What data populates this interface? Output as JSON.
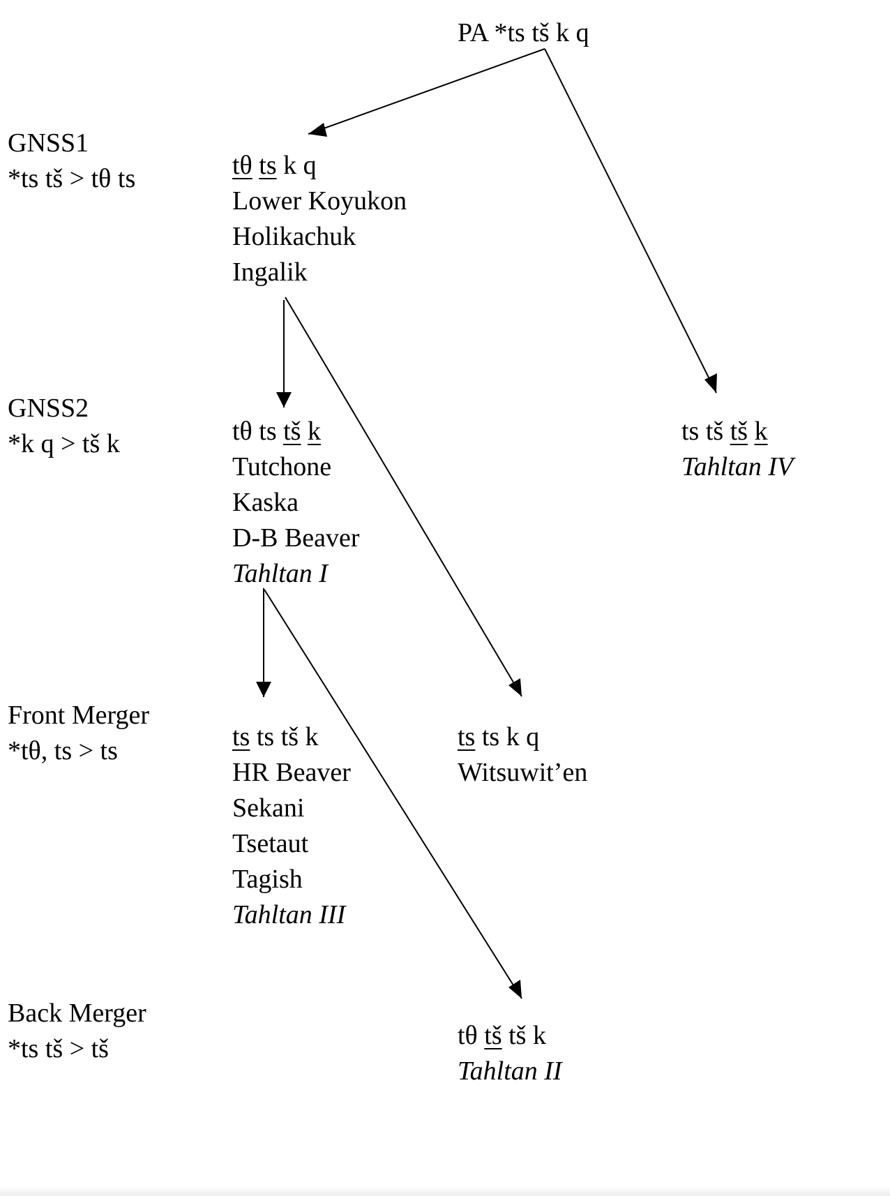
{
  "stage_labels": [
    {
      "name": "GNSS1",
      "rule": "*ts tš > tθ ts"
    },
    {
      "name": "GNSS2",
      "rule": "*k q > tš k"
    },
    {
      "name": "Front Merger",
      "rule": "*tθ, ts > ts"
    },
    {
      "name": "Back Merger",
      "rule": "*ts tš > tš"
    }
  ],
  "nodes": {
    "root": {
      "label": "PA *ts tš k q"
    },
    "gnss1": {
      "inventory": [
        {
          "t": "tθ",
          "u": true
        },
        {
          "t": " "
        },
        {
          "t": "ts",
          "u": true
        },
        {
          "t": " k q"
        }
      ],
      "languages": [
        {
          "name": "Lower Koyukon"
        },
        {
          "name": "Holikachuk"
        },
        {
          "name": "Ingalik"
        }
      ]
    },
    "gnss2": {
      "inventory": [
        {
          "t": "tθ ts "
        },
        {
          "t": "tš",
          "u": true
        },
        {
          "t": " "
        },
        {
          "t": "k",
          "u": true
        }
      ],
      "languages": [
        {
          "name": "Tutchone"
        },
        {
          "name": "Kaska"
        },
        {
          "name": "D-B Beaver"
        },
        {
          "name": "Tahltan I",
          "italic": true
        }
      ]
    },
    "tahltan4": {
      "inventory": [
        {
          "t": "ts tš "
        },
        {
          "t": "tš",
          "u": true
        },
        {
          "t": " "
        },
        {
          "t": "k",
          "u": true
        }
      ],
      "languages": [
        {
          "name": "Tahltan IV",
          "italic": true
        }
      ]
    },
    "front": {
      "inventory": [
        {
          "t": "ts",
          "u": true
        },
        {
          "t": " ts tš k"
        }
      ],
      "languages": [
        {
          "name": "HR Beaver"
        },
        {
          "name": "Sekani"
        },
        {
          "name": "Tsetaut"
        },
        {
          "name": "Tagish"
        },
        {
          "name": "Tahltan III",
          "italic": true
        }
      ]
    },
    "witsuwiten": {
      "inventory": [
        {
          "t": "ts",
          "u": true
        },
        {
          "t": " ts k q"
        }
      ],
      "languages": [
        {
          "name": "Witsuwit’en"
        }
      ]
    },
    "back": {
      "inventory": [
        {
          "t": "tθ "
        },
        {
          "t": "tš",
          "u": true
        },
        {
          "t": " tš k"
        }
      ],
      "languages": [
        {
          "name": "Tahltan II",
          "italic": true
        }
      ]
    }
  },
  "edges": [
    {
      "from": "root",
      "to": "gnss1"
    },
    {
      "from": "root",
      "to": "tahltan4"
    },
    {
      "from": "gnss1",
      "to": "gnss2"
    },
    {
      "from": "gnss1",
      "to": "witsuwiten"
    },
    {
      "from": "gnss2",
      "to": "front"
    },
    {
      "from": "gnss2",
      "to": "back"
    }
  ]
}
